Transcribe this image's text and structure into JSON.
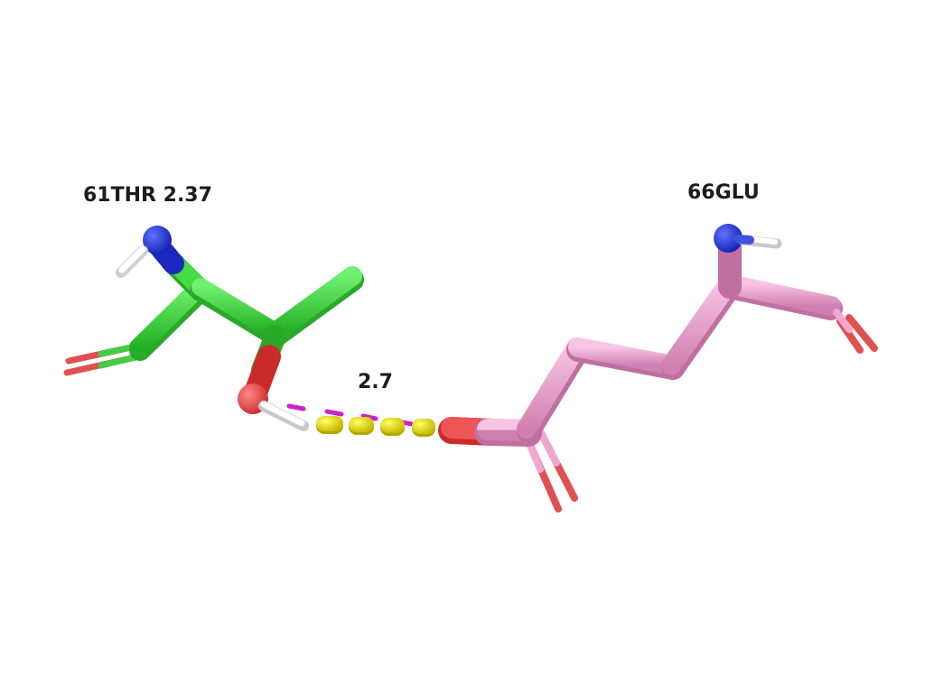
{
  "residues": [
    {
      "id": "thr61",
      "label": "61THR 2.37",
      "carbon_color": "#33dd33",
      "carbon_shadow": "#22a022"
    },
    {
      "id": "glu66",
      "label": "66GLU",
      "carbon_color": "#f0a0d0",
      "carbon_shadow": "#c070a0"
    }
  ],
  "interaction": {
    "type": "hydrogen-bond",
    "distance_label": "2.7",
    "bond_color": "#eeee00",
    "bond_shadow": "#b0a800",
    "dash_color": "#cc22cc"
  },
  "element_colors": {
    "oxygen": "#ee4444",
    "nitrogen": "#2233ee",
    "hydrogen": "#eeeeee"
  }
}
